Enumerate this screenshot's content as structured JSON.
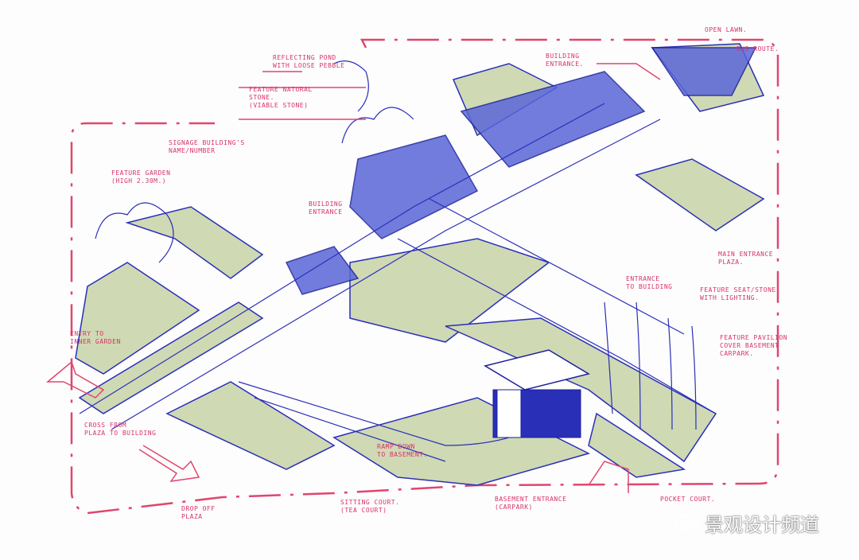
{
  "labels": {
    "reflecting_pond": [
      "REFLECTING POND",
      "WITH LOOSE PEBBLE"
    ],
    "feature_stone": [
      "FEATURE NATURAL",
      "STONE.",
      "(VIABLE STONE)"
    ],
    "open_lawn": [
      "OPEN LAWN."
    ],
    "bus_route": [
      "BUS ROUTE."
    ],
    "building_entrance_top": [
      "BUILDING",
      "ENTRANCE."
    ],
    "signage": [
      "SIGNAGE BUILDING'S",
      "NAME/NUMBER"
    ],
    "feature_garden": [
      "FEATURE GARDEN",
      "(HIGH 2.30M.)"
    ],
    "building_entrance_mid": [
      "BUILDING",
      "ENTRANCE"
    ],
    "main_entrance_plaza": [
      "MAIN ENTRANCE",
      "PLAZA."
    ],
    "entrance_to_building": [
      "ENTRANCE",
      "TO BUILDING"
    ],
    "feature_seat": [
      "FEATURE SEAT/STONE",
      "WITH LIGHTING."
    ],
    "feature_pavilion": [
      "FEATURE PAVILION",
      "COVER BASEMENT",
      "CARPARK."
    ],
    "entry_inner_garden": [
      "ENTRY TO",
      "INNER GARDEN"
    ],
    "cross_plaza": [
      "CROSS FROM",
      "PLAZA TO BUILDING"
    ],
    "drop_off": [
      "DROP OFF",
      "PLAZA"
    ],
    "ramp_down": [
      "RAMP DOWN",
      "TO BASEMENT."
    ],
    "sitting_court": [
      "SITTING COURT.",
      "(TEA COURT)"
    ],
    "basement_entrance": [
      "BASEMENT ENTRANCE",
      "(CARPARK)"
    ],
    "pocket_court": [
      "POCKET COURT."
    ]
  },
  "watermark": "景观设计频道",
  "colors": {
    "ink_red": "#d8326a",
    "ink_blue": "#2a2fb8",
    "planting": "#cfd9b4",
    "water": "#5a66d8"
  }
}
